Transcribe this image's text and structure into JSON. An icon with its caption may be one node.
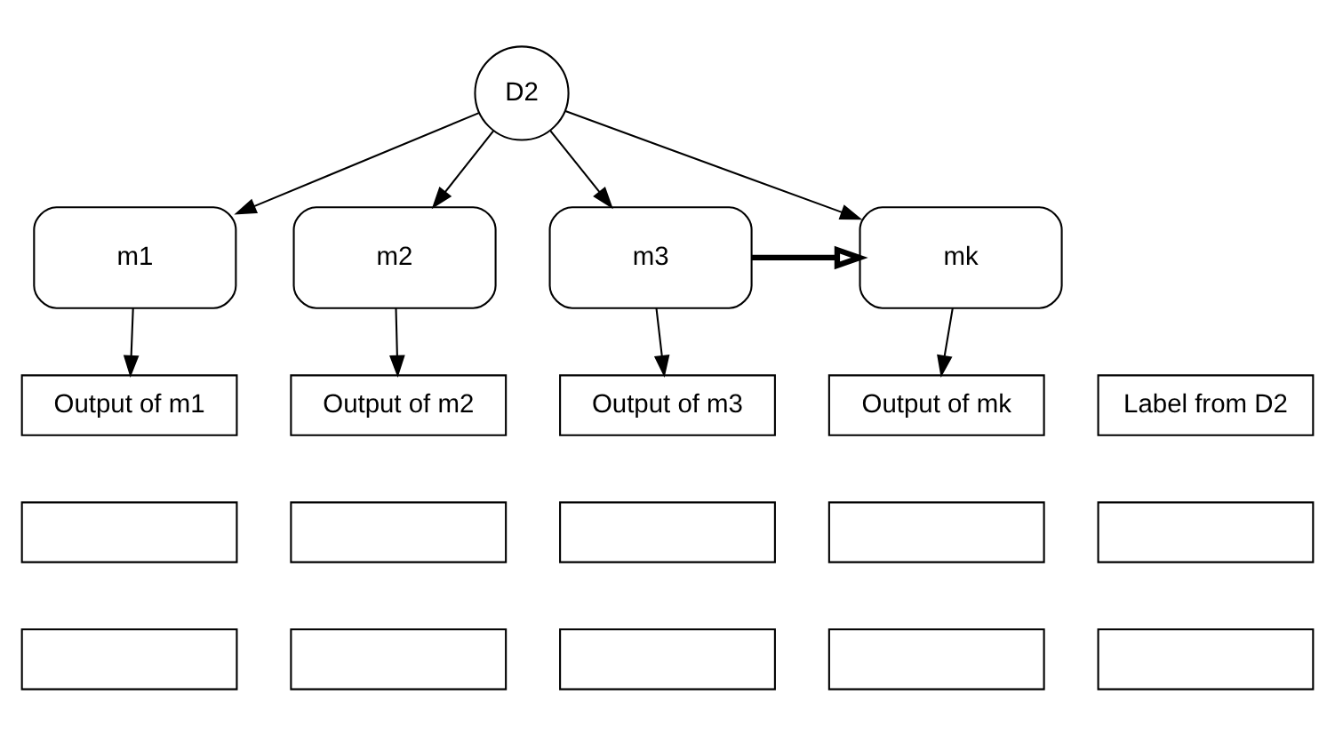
{
  "diagram": {
    "nodes": [
      {
        "text": [
          "D2"
        ]
      },
      {
        "text": [
          "m1"
        ]
      },
      {
        "text": [
          "m2"
        ]
      },
      {
        "text": [
          "m3"
        ]
      },
      {
        "text": [
          "mk"
        ]
      },
      {
        "text": [
          "Output of m1"
        ]
      },
      {
        "text": [
          "Output of m2"
        ]
      },
      {
        "text": [
          "Output of m3"
        ]
      },
      {
        "text": [
          "Output of mk"
        ]
      },
      {
        "text": [
          "Label from D2"
        ]
      },
      {
        "text": [],
        "shape": "box"
      },
      {
        "text": [],
        "shape": "box"
      },
      {
        "text": [],
        "shape": "box"
      },
      {
        "text": [],
        "shape": "box"
      },
      {
        "text": [],
        "shape": "box"
      },
      {
        "text": [],
        "shape": "box"
      },
      {
        "text": [],
        "shape": "box"
      },
      {
        "text": [],
        "shape": "box"
      },
      {
        "text": [],
        "shape": "box"
      },
      {
        "text": [],
        "shape": "box"
      }
    ],
    "edges": [
      {
        "from": 0,
        "to": 1,
        "arrow": "to"
      },
      {
        "from": 0,
        "to": 2,
        "arrow": "to"
      },
      {
        "from": 0,
        "to": 3,
        "arrow": "to"
      },
      {
        "from": 0,
        "to": 4,
        "arrow": "to"
      },
      {
        "from": 3,
        "to": 4,
        "arrow": "to",
        "style": "thick"
      },
      {
        "from": 1,
        "to": 5,
        "arrow": "to"
      },
      {
        "from": 2,
        "to": 6,
        "arrow": "to"
      },
      {
        "from": 3,
        "to": 7,
        "arrow": "to"
      },
      {
        "from": 4,
        "to": 8,
        "arrow": "to"
      }
    ]
  }
}
